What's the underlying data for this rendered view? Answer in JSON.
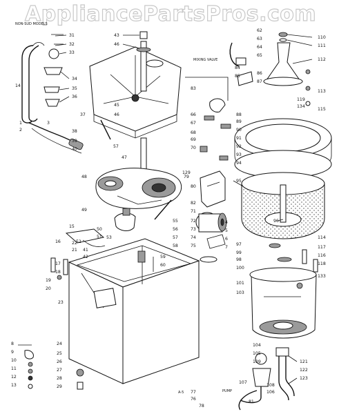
{
  "watermark": "AppliancePartsPros.com",
  "notes": {
    "non_sud_saver_models": "NON-SUD MODELS",
    "mixing_valve": "MIXING VALVE",
    "view_label": "A-5",
    "pump": "PUMP"
  },
  "part_labels": [
    {
      "id": "31",
      "text": "31"
    },
    {
      "id": "32",
      "text": "32"
    },
    {
      "id": "33",
      "text": "33"
    },
    {
      "id": "14",
      "text": "14"
    },
    {
      "id": "34",
      "text": "34"
    },
    {
      "id": "35",
      "text": "35"
    },
    {
      "id": "36",
      "text": "36"
    },
    {
      "id": "1",
      "text": "1"
    },
    {
      "id": "2",
      "text": "2"
    },
    {
      "id": "3",
      "text": "3"
    },
    {
      "id": "37",
      "text": "37"
    },
    {
      "id": "38",
      "text": "38"
    },
    {
      "id": "39",
      "text": "39"
    },
    {
      "id": "57a",
      "text": "57"
    },
    {
      "id": "43",
      "text": "43"
    },
    {
      "id": "46",
      "text": "46"
    },
    {
      "id": "45",
      "text": "45"
    },
    {
      "id": "46b",
      "text": "46"
    },
    {
      "id": "47",
      "text": "47"
    },
    {
      "id": "48",
      "text": "48"
    },
    {
      "id": "49",
      "text": "49"
    },
    {
      "id": "50",
      "text": "50"
    },
    {
      "id": "51",
      "text": "51"
    },
    {
      "id": "52",
      "text": "52"
    },
    {
      "id": "53",
      "text": "53"
    },
    {
      "id": "15",
      "text": "15"
    },
    {
      "id": "16",
      "text": "16"
    },
    {
      "id": "17",
      "text": "17"
    },
    {
      "id": "18",
      "text": "18"
    },
    {
      "id": "19",
      "text": "19"
    },
    {
      "id": "20",
      "text": "20"
    },
    {
      "id": "21",
      "text": "21"
    },
    {
      "id": "22",
      "text": "22"
    },
    {
      "id": "23",
      "text": "23"
    },
    {
      "id": "24",
      "text": "24"
    },
    {
      "id": "25",
      "text": "25"
    },
    {
      "id": "26",
      "text": "26"
    },
    {
      "id": "27",
      "text": "27"
    },
    {
      "id": "28",
      "text": "28"
    },
    {
      "id": "29",
      "text": "29"
    },
    {
      "id": "8",
      "text": "8"
    },
    {
      "id": "9",
      "text": "9"
    },
    {
      "id": "10",
      "text": "10"
    },
    {
      "id": "11",
      "text": "11"
    },
    {
      "id": "12",
      "text": "12"
    },
    {
      "id": "13",
      "text": "13"
    },
    {
      "id": "40",
      "text": "40"
    },
    {
      "id": "41",
      "text": "41"
    },
    {
      "id": "42",
      "text": "42"
    },
    {
      "id": "55",
      "text": "55"
    },
    {
      "id": "56",
      "text": "56"
    },
    {
      "id": "57",
      "text": "57"
    },
    {
      "id": "58",
      "text": "58"
    },
    {
      "id": "59",
      "text": "59"
    },
    {
      "id": "60",
      "text": "60"
    },
    {
      "id": "62",
      "text": "62"
    },
    {
      "id": "63",
      "text": "63"
    },
    {
      "id": "64",
      "text": "64"
    },
    {
      "id": "65",
      "text": "65"
    },
    {
      "id": "66",
      "text": "66"
    },
    {
      "id": "67",
      "text": "67"
    },
    {
      "id": "68",
      "text": "68"
    },
    {
      "id": "69",
      "text": "69"
    },
    {
      "id": "70",
      "text": "70"
    },
    {
      "id": "71",
      "text": "71"
    },
    {
      "id": "72",
      "text": "72"
    },
    {
      "id": "73",
      "text": "73"
    },
    {
      "id": "74",
      "text": "74"
    },
    {
      "id": "75",
      "text": "75"
    },
    {
      "id": "76",
      "text": "76"
    },
    {
      "id": "77",
      "text": "77"
    },
    {
      "id": "78",
      "text": "78"
    },
    {
      "id": "79",
      "text": "79"
    },
    {
      "id": "80",
      "text": "80"
    },
    {
      "id": "81",
      "text": "81"
    },
    {
      "id": "82",
      "text": "82"
    },
    {
      "id": "83",
      "text": "83"
    },
    {
      "id": "84",
      "text": "84"
    },
    {
      "id": "85",
      "text": "85"
    },
    {
      "id": "86",
      "text": "86"
    },
    {
      "id": "87",
      "text": "87"
    },
    {
      "id": "88",
      "text": "88"
    },
    {
      "id": "89",
      "text": "89"
    },
    {
      "id": "90",
      "text": "90"
    },
    {
      "id": "91",
      "text": "91"
    },
    {
      "id": "92",
      "text": "92"
    },
    {
      "id": "93",
      "text": "93"
    },
    {
      "id": "94",
      "text": "94"
    },
    {
      "id": "95",
      "text": "95"
    },
    {
      "id": "96",
      "text": "96"
    },
    {
      "id": "97",
      "text": "97"
    },
    {
      "id": "98",
      "text": "98"
    },
    {
      "id": "99",
      "text": "99"
    },
    {
      "id": "100",
      "text": "100"
    },
    {
      "id": "101",
      "text": "101"
    },
    {
      "id": "103",
      "text": "103"
    },
    {
      "id": "104",
      "text": "104"
    },
    {
      "id": "105",
      "text": "105"
    },
    {
      "id": "106",
      "text": "106"
    },
    {
      "id": "107",
      "text": "107"
    },
    {
      "id": "108",
      "text": "108"
    },
    {
      "id": "109",
      "text": "109"
    },
    {
      "id": "110",
      "text": "110"
    },
    {
      "id": "111",
      "text": "111"
    },
    {
      "id": "112",
      "text": "112"
    },
    {
      "id": "113",
      "text": "113"
    },
    {
      "id": "114",
      "text": "114"
    },
    {
      "id": "115",
      "text": "115"
    },
    {
      "id": "116",
      "text": "116"
    },
    {
      "id": "117",
      "text": "117"
    },
    {
      "id": "118",
      "text": "118"
    },
    {
      "id": "119",
      "text": "119"
    },
    {
      "id": "121",
      "text": "121"
    },
    {
      "id": "122",
      "text": "122"
    },
    {
      "id": "123",
      "text": "123"
    },
    {
      "id": "129",
      "text": "129"
    },
    {
      "id": "133",
      "text": "133"
    },
    {
      "id": "134",
      "text": "134"
    },
    {
      "id": "4",
      "text": "4"
    },
    {
      "id": "5",
      "text": "5"
    },
    {
      "id": "6",
      "text": "6"
    },
    {
      "id": "7",
      "text": "7"
    }
  ]
}
